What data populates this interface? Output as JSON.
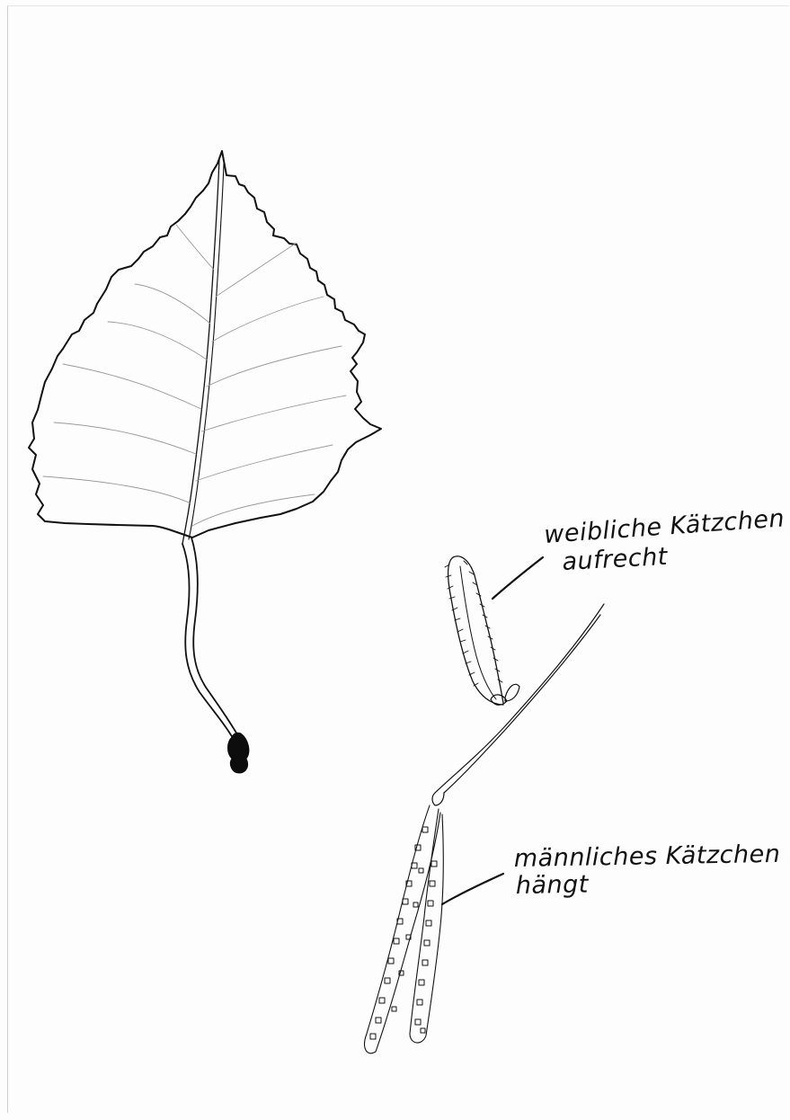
{
  "annotations": {
    "female_catkin_line1": "weibliche Kätzchen",
    "female_catkin_line2": "aufrecht",
    "male_catkin_line1": "männliches Kätzchen",
    "male_catkin_line2": "hängt"
  }
}
